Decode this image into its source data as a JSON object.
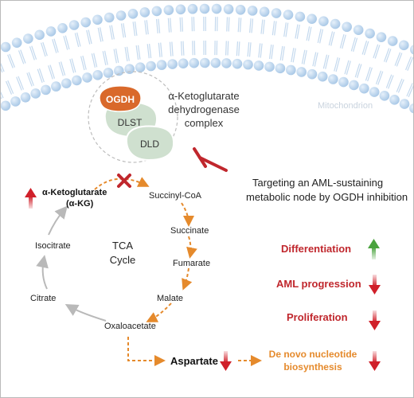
{
  "membrane": {
    "label": "Mitochondrion"
  },
  "complex": {
    "title_line1": "α-Ketoglutarate",
    "title_line2": "dehydrogenase",
    "title_line3": "complex",
    "subunits": [
      "OGDH",
      "DLST",
      "DLD"
    ]
  },
  "inhibition": {
    "line1": "Targeting an AML-sustaining",
    "line2": "metabolic node by OGDH inhibition"
  },
  "cycle": {
    "label_line1": "TCA",
    "label_line2": "Cycle",
    "metabolites": {
      "akg_line1": "α-Ketoglutarate",
      "akg_line2": "(α-KG)",
      "succinyl_coa": "Succinyl-CoA",
      "succinate": "Succinate",
      "fumarate": "Fumarate",
      "malate": "Malate",
      "oxaloacetate": "Oxaloacetate",
      "citrate": "Citrate",
      "isocitrate": "Isocitrate"
    }
  },
  "outputs": {
    "aspartate": "Aspartate",
    "nucleotide_line1": "De novo nucleotide",
    "nucleotide_line2": "biosynthesis"
  },
  "effects": [
    {
      "label": "Differentiation",
      "direction": "up"
    },
    {
      "label": "AML progression",
      "direction": "down"
    },
    {
      "label": "Proliferation",
      "direction": "down"
    }
  ],
  "colors": {
    "membrane": "#a9c9e6",
    "ogdh": "#d9692b",
    "dlst_dld": "#cfe0cf",
    "inhibitor": "#c0272d",
    "orange_arrow": "#e58a2c",
    "gray_arrow": "#b9b9b9",
    "up_green": "#4aa33e",
    "down_red": "#d0202a",
    "effect_text": "#c0272d",
    "nucleotide_text": "#e58a2c"
  }
}
